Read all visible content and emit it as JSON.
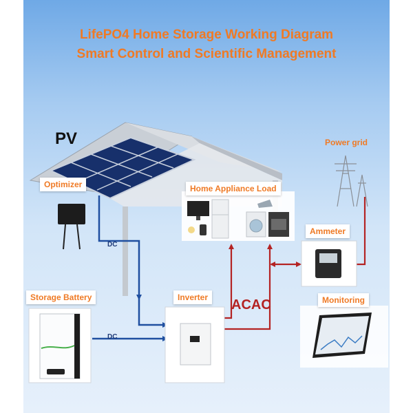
{
  "title": {
    "line1": "LifePO4 Home Storage Working Diagram",
    "line2": "Smart Control and Scientific Management"
  },
  "labels": {
    "pv": "PV",
    "power_grid": "Power grid",
    "optimizer": "Optimizer",
    "home_appliance_load": "Home Appliance Load",
    "ammeter": "Ammeter",
    "storage_battery": "Storage Battery",
    "inverter": "Inverter",
    "monitoring": "Monitoring"
  },
  "flows": {
    "dc_top": "DC",
    "dc_bottom": "DC",
    "ac": "ACAC"
  },
  "colors": {
    "title": "#ef7a25",
    "dc_line": "#1f4fa0",
    "ac_line": "#b42323"
  }
}
